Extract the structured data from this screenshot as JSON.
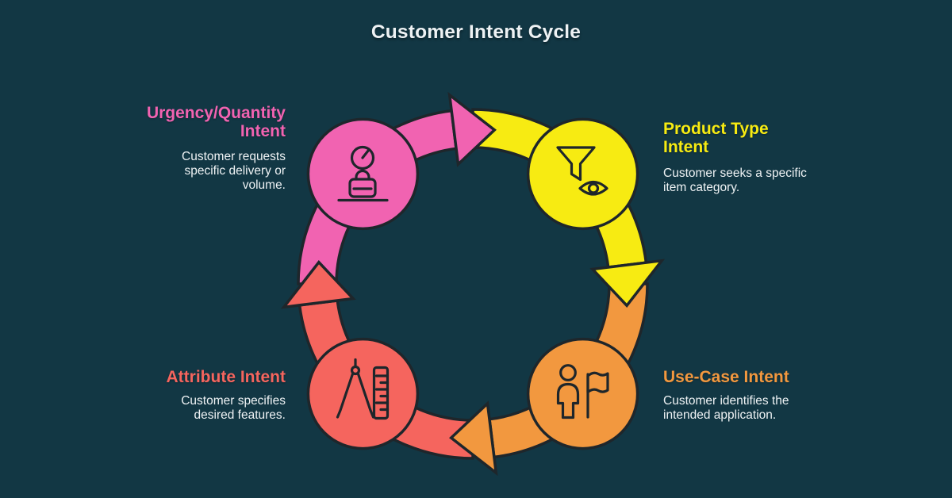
{
  "title": "Customer Intent Cycle",
  "colors": {
    "bg": "#123744",
    "ink": "#1E262B",
    "text": "#EEF2F4",
    "pink": "#F163B1",
    "yellow": "#F7EB12",
    "orange": "#F2983F",
    "coral": "#F5655E"
  },
  "nodes": [
    {
      "id": "urgency-quantity",
      "title": "Urgency/Quantity Intent",
      "description": "Customer requests specific delivery or volume.",
      "color": "pink",
      "icon": "gauge-briefcase-icon",
      "position": "top-left"
    },
    {
      "id": "product-type",
      "title": "Product Type Intent",
      "description": "Customer seeks a specific item category.",
      "color": "yellow",
      "icon": "funnel-eye-icon",
      "position": "top-right"
    },
    {
      "id": "use-case",
      "title": "Use-Case Intent",
      "description": "Customer identifies the intended application.",
      "color": "orange",
      "icon": "person-flag-icon",
      "position": "bottom-right"
    },
    {
      "id": "attribute",
      "title": "Attribute Intent",
      "description": "Customer specifies desired features.",
      "color": "coral",
      "icon": "compass-ruler-icon",
      "position": "bottom-left"
    }
  ],
  "flow_order": [
    "urgency-quantity",
    "product-type",
    "use-case",
    "attribute"
  ],
  "flow_direction": "clockwise"
}
